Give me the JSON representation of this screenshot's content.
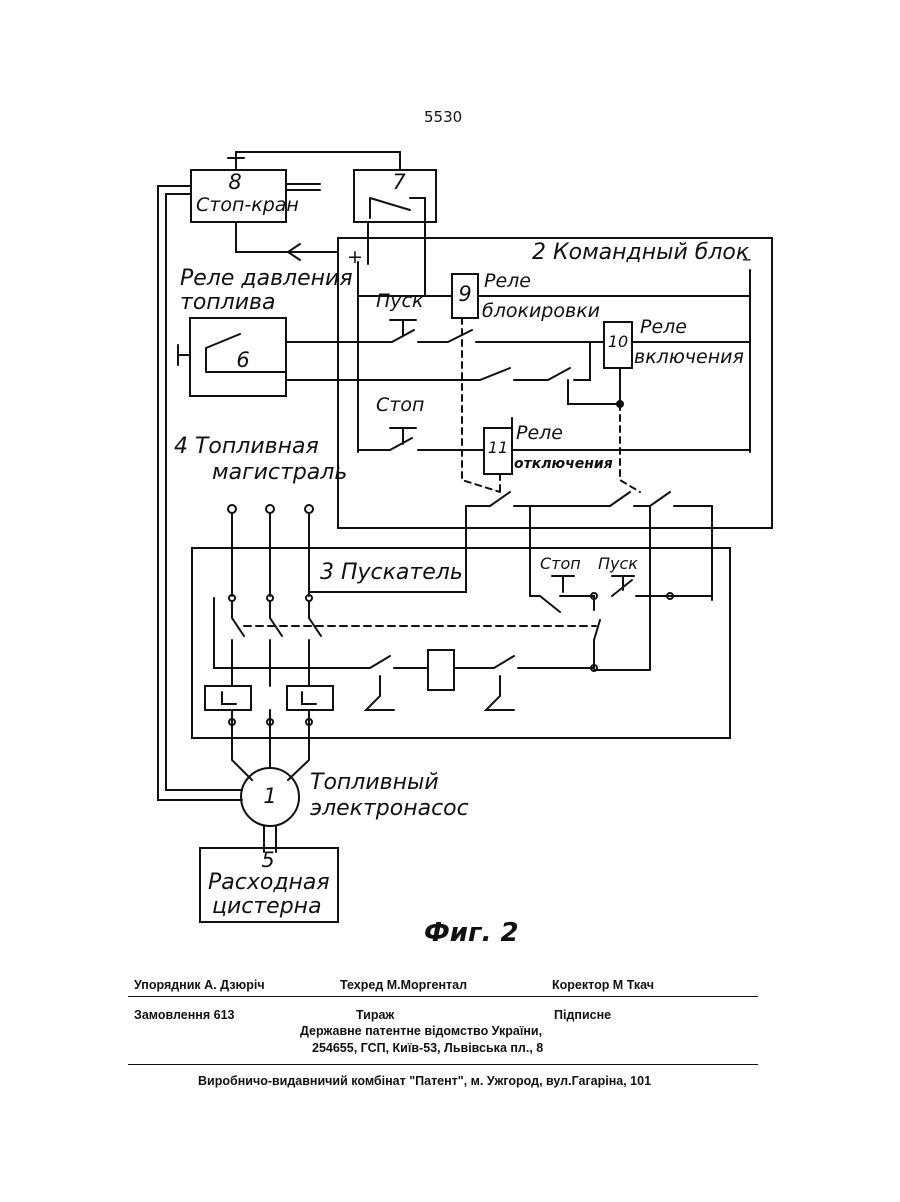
{
  "page_number": "5530",
  "labels": {
    "stop_valve_number": "8",
    "stop_valve": "Стоп-кран",
    "relay7_number": "7",
    "command_block": "2  Командный блок",
    "plus": "+",
    "minus": "–",
    "fuel_pressure_relay_line1": "Реле давления",
    "fuel_pressure_relay_line2": "топлива",
    "relay6_number": "6",
    "start": "Пуск",
    "relay9_number": "9",
    "relay9_line1": "Реле",
    "relay9_line2": "блокировки",
    "relay10_number": "10",
    "relay10_line1": "Реле",
    "relay10_line2": "включения",
    "stop": "Стоп",
    "relay11_number": "11",
    "relay11_line1": "Реле",
    "relay11_line2": "отключения",
    "fuel_line_line1": "4  Топливная",
    "fuel_line_line2": "магистраль",
    "starter": "3  Пускатель",
    "starter_stop": "Стоп",
    "starter_start": "Пуск",
    "pump_number": "1",
    "pump_line1": "Топливный",
    "pump_line2": "электронасос",
    "tank_number": "5",
    "tank_line1": "Расходная",
    "tank_line2": "цистерна",
    "figure": "Фиг. 2"
  },
  "footer": {
    "compiler": "Упорядник  А. Дзюріч",
    "techred": "Техред М.Моргентал",
    "corrector": "Коректор   М  Ткач",
    "order": "Замовлення  613",
    "circulation": "Тираж",
    "subscription": "Підписне",
    "office_line1": "Державне патентне відомство України,",
    "office_line2": "254655, ГСП, Київ-53, Львівська пл., 8",
    "publisher": "Виробничо-видавничий комбінат  \"Патент\", м. Ужгород, вул.Гагаріна, 101"
  }
}
